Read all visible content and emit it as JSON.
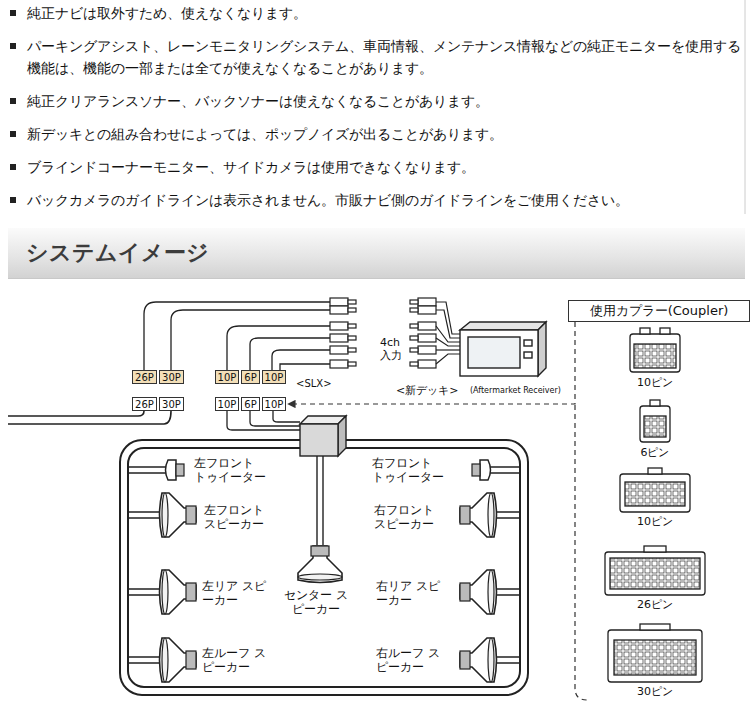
{
  "diagram": {
    "title": "システムイメージ",
    "nodes": [
      {
        "text": [
          "26P"
        ]
      },
      {
        "text": [
          "30P"
        ]
      },
      {
        "text": [
          "10P"
        ]
      },
      {
        "text": [
          "6P"
        ]
      },
      {
        "text": [
          "10P"
        ]
      },
      {
        "text": [
          "26P"
        ]
      },
      {
        "text": [
          "30P"
        ]
      },
      {
        "text": [
          "10P"
        ]
      },
      {
        "text": [
          "6P"
        ]
      },
      {
        "text": [
          "10P"
        ]
      },
      {
        "text": [
          "使用カプラー(Coupler)"
        ]
      }
    ],
    "edges": [
      {
        "from": 10,
        "to": 9,
        "arrow": "to"
      }
    ],
    "labels": [
      "純正ナビは取外すため、使えなくなります。",
      "パーキングアシスト、レーンモニタリングシステム、車両情報、メンテナンス情報などの純正モニターを使用する機能は、機能の一部または全てが使えなくなることがあります。",
      "純正クリアランスソナー、バックソナーは使えなくなることがあります。",
      "新デッキとの組み合わせによっては、ポップノイズが出ることがあります。",
      "ブラインドコーナーモニター、サイドカメラは使用できなくなります。",
      "バックカメラのガイドラインは表示されません。市販ナビ側のガイドラインをご使用ください。",
      "4ch 入力",
      "<SLX>",
      "<新デッキ>",
      "(Aftermarket Receiver)",
      "左フロント トゥイーター",
      "右フロント トゥイーター",
      "左フロント スピーカー",
      "右フロント スピーカー",
      "センター スピーカー",
      "左リア スピーカー",
      "右リア スピーカー",
      "左ルーフ スピーカー",
      "右ルーフ スピーカー",
      "10ピン",
      "6ピン",
      "10ピン",
      "26ピン",
      "30ピン"
    ]
  }
}
